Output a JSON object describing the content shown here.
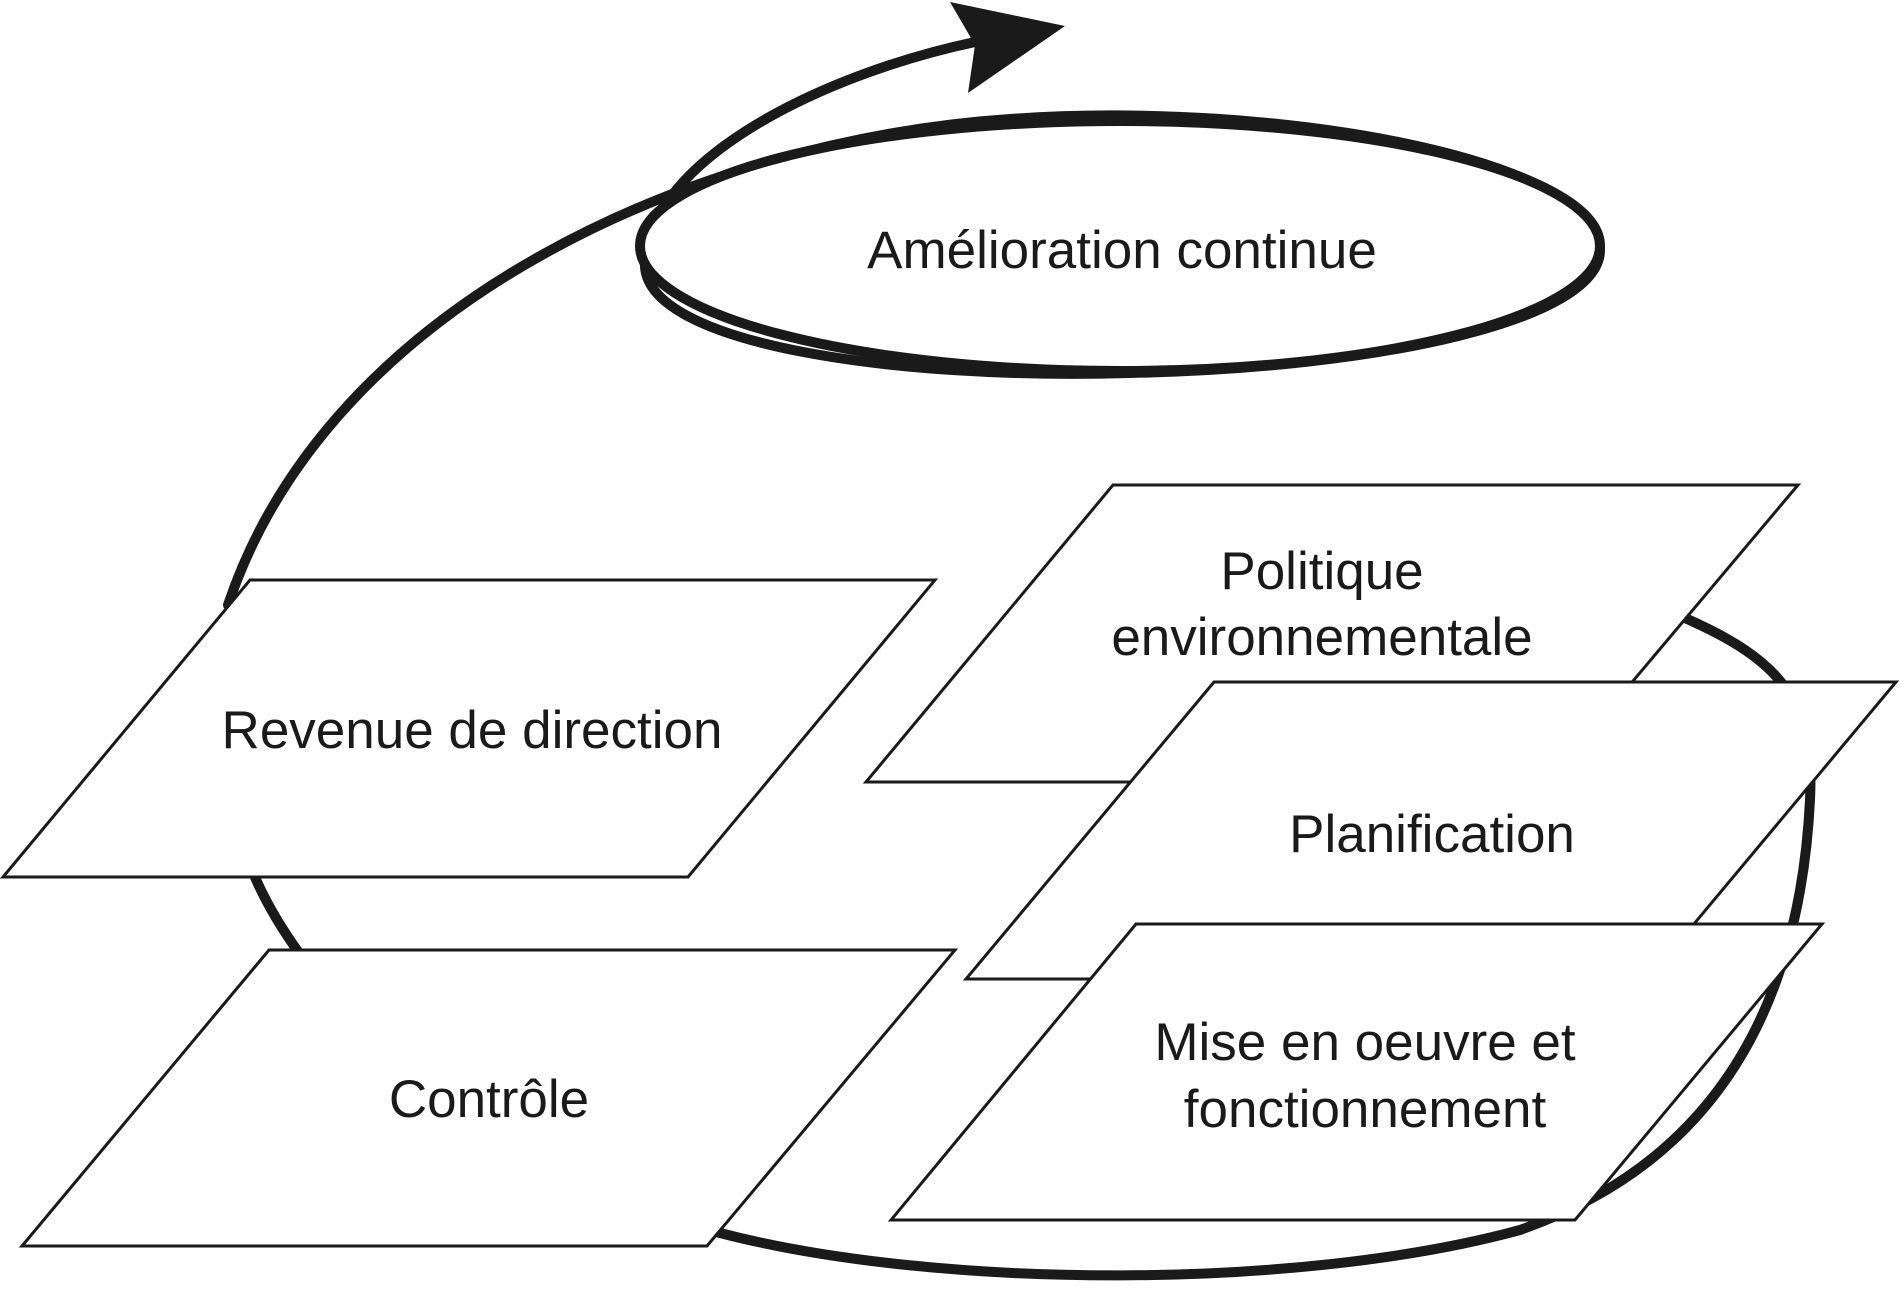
{
  "diagram": {
    "cycle_label": "Amélioration continue",
    "steps": {
      "politique_line1": "Politique",
      "politique_line2": "environnementale",
      "planification": "Planification",
      "mise_line1": "Mise en oeuvre et",
      "mise_line2": "fonctionnement",
      "controle": "Contrôle",
      "revue": "Revenue de direction"
    }
  }
}
